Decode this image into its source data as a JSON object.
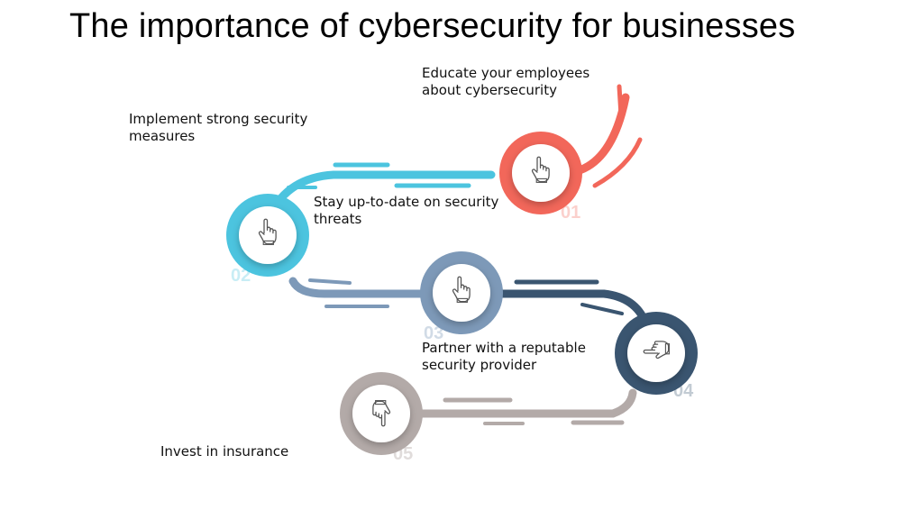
{
  "title": "The importance of cybersecurity for businesses",
  "steps": [
    {
      "number": "01",
      "text": "Educate your employees about cybersecurity",
      "color": "#f2675a",
      "icon": "pointing-hand-icon"
    },
    {
      "number": "02",
      "text": "Implement strong security measures",
      "color": "#4cc4df",
      "icon": "pointing-hand-icon"
    },
    {
      "number": "03",
      "text": "Stay up-to-date on security threats",
      "color": "#7d99b8",
      "icon": "pointing-hand-icon"
    },
    {
      "number": "04",
      "text": "Partner with a reputable security provider",
      "color": "#3a5570",
      "icon": "pointing-hand-icon"
    },
    {
      "number": "05",
      "text": "Invest in insurance",
      "color": "#b3aaa8",
      "icon": "pointing-hand-icon"
    }
  ]
}
